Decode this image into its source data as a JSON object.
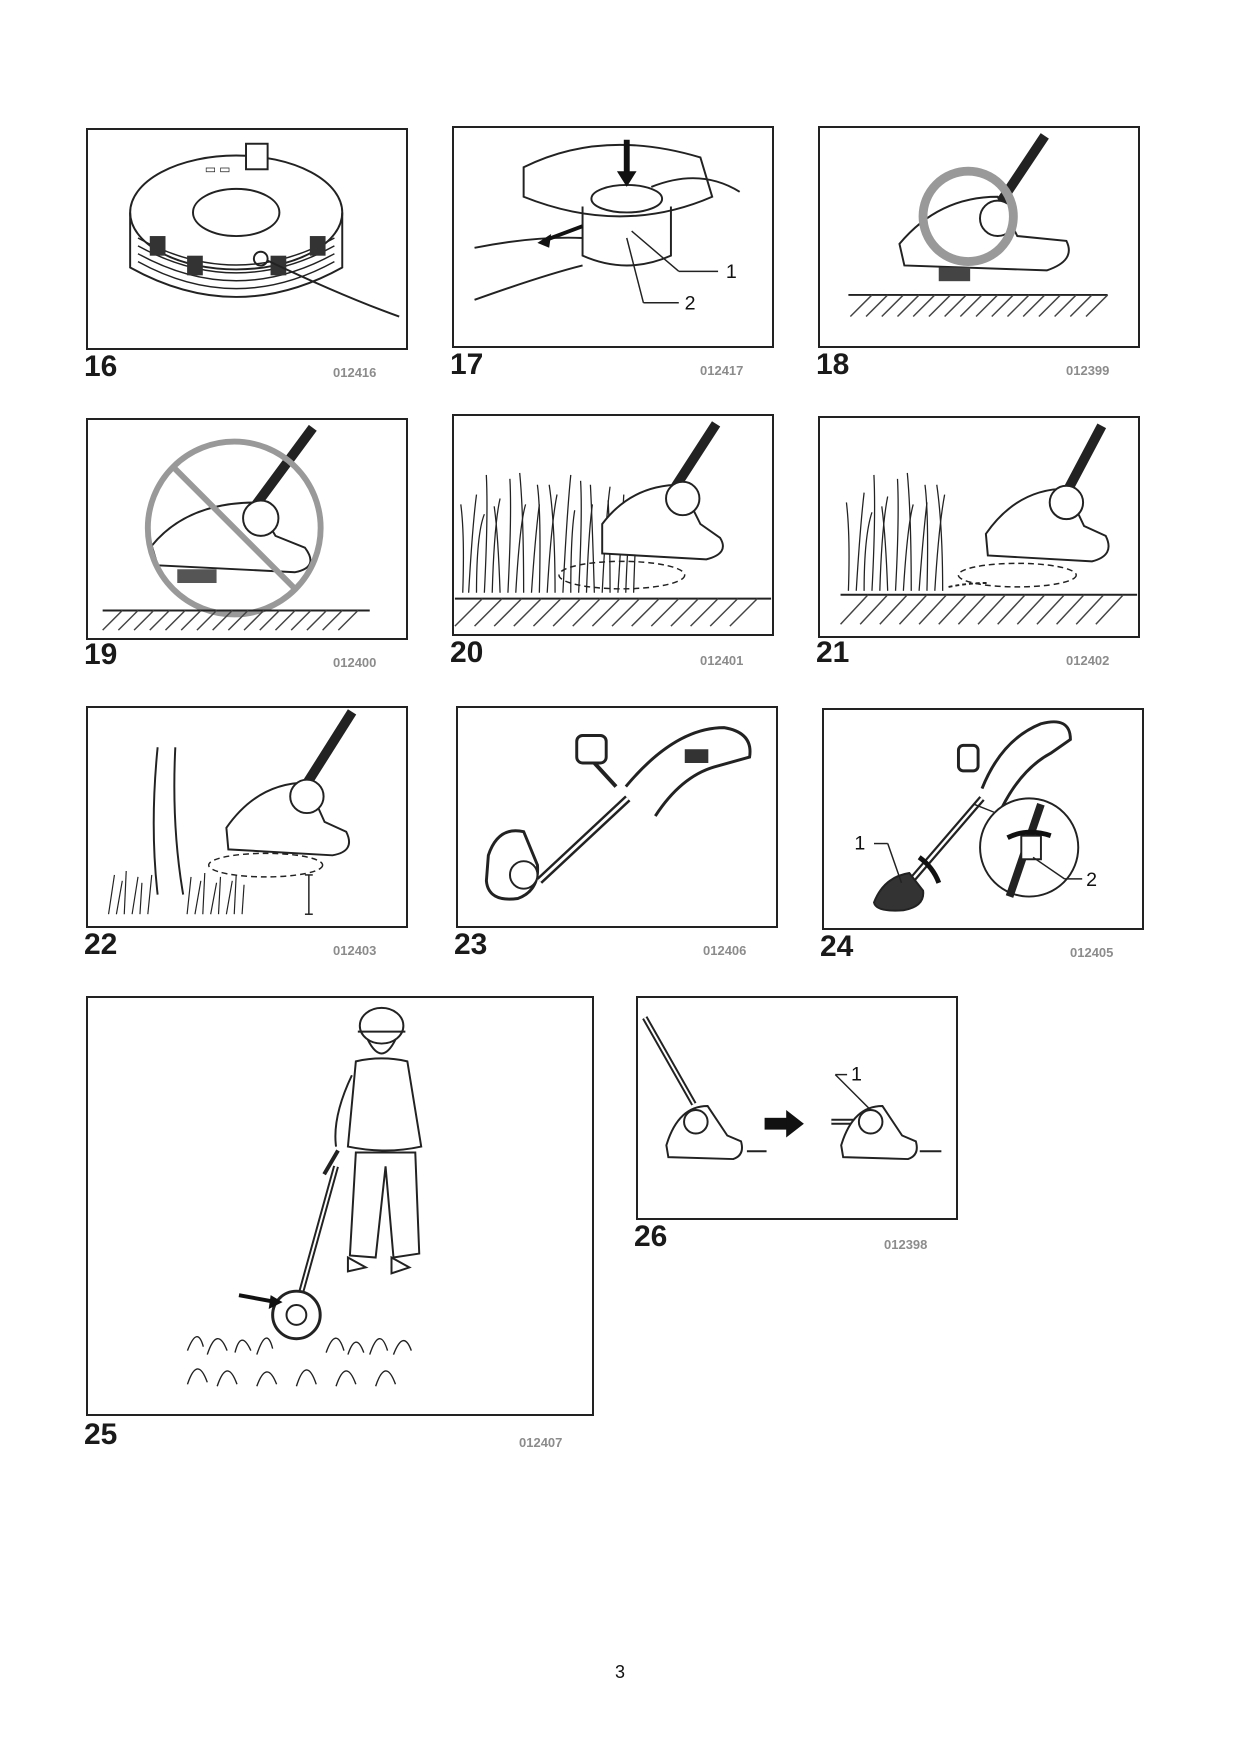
{
  "figures": [
    {
      "number": "16",
      "code": "012416",
      "callouts": []
    },
    {
      "number": "17",
      "code": "012417",
      "callouts": [
        "1",
        "2"
      ]
    },
    {
      "number": "18",
      "code": "012399",
      "callouts": []
    },
    {
      "number": "19",
      "code": "012400",
      "callouts": []
    },
    {
      "number": "20",
      "code": "012401",
      "callouts": []
    },
    {
      "number": "21",
      "code": "012402",
      "callouts": []
    },
    {
      "number": "22",
      "code": "012403",
      "callouts": []
    },
    {
      "number": "23",
      "code": "012406",
      "callouts": []
    },
    {
      "number": "24",
      "code": "012405",
      "callouts": [
        "1",
        "2"
      ]
    },
    {
      "number": "25",
      "code": "012407",
      "callouts": []
    },
    {
      "number": "26",
      "code": "012398",
      "callouts": [
        "1"
      ]
    }
  ],
  "page": {
    "number": "3"
  }
}
